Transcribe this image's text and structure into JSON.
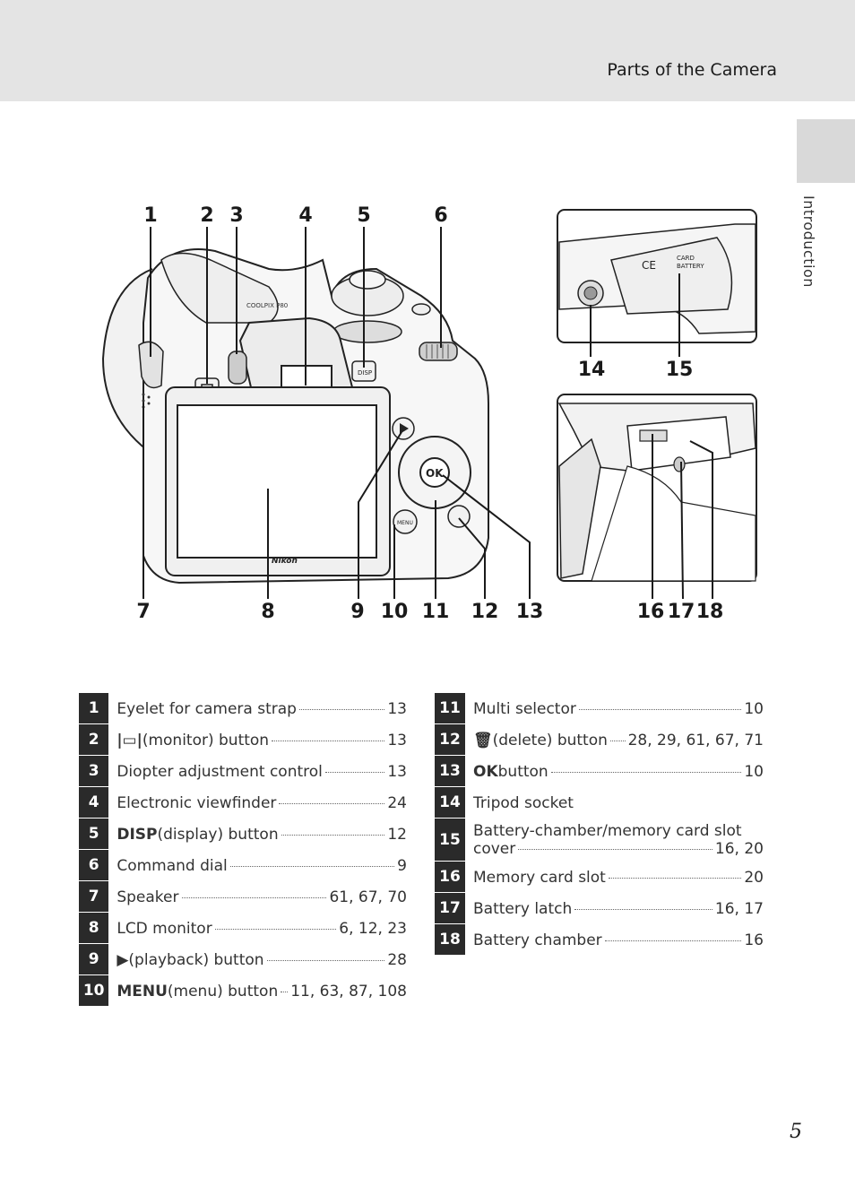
{
  "header": {
    "title": "Parts of the Camera"
  },
  "side_tab": {
    "label": "Introduction"
  },
  "page_number": "5",
  "callouts": {
    "main": [
      "1",
      "2",
      "3",
      "4",
      "5",
      "6",
      "7",
      "8",
      "9",
      "10",
      "11",
      "12",
      "13"
    ],
    "bottom_view": [
      "14",
      "15"
    ],
    "battery_view": [
      "16",
      "17",
      "18"
    ]
  },
  "camera_text": {
    "model": "COOLPIX P80",
    "brand": "Nikon",
    "disp": "DISP",
    "menu": "MENU",
    "ok": "OK",
    "card_battery_1": "CARD",
    "card_battery_2": "BATTERY",
    "ce": "CE"
  },
  "parts_left": [
    {
      "num": "1",
      "name": "Eyelet for camera strap",
      "pages": "13"
    },
    {
      "num": "2",
      "symbol": "|▭|",
      "name": " (monitor) button",
      "pages": "13"
    },
    {
      "num": "3",
      "name": "Diopter adjustment control",
      "pages": "13"
    },
    {
      "num": "4",
      "name": "Electronic viewfinder",
      "pages": "24"
    },
    {
      "num": "5",
      "symbol": "DISP",
      "name": " (display) button",
      "pages": "12"
    },
    {
      "num": "6",
      "name": "Command dial",
      "pages": "9"
    },
    {
      "num": "7",
      "name": "Speaker",
      "pages": "61, 67, 70"
    },
    {
      "num": "8",
      "name": "LCD monitor",
      "pages": "6, 12, 23"
    },
    {
      "num": "9",
      "symbol": "▶",
      "name": " (playback) button",
      "pages": "28"
    },
    {
      "num": "10",
      "symbol": "MENU",
      "name": " (menu) button",
      "pages": "11, 63, 87, 108"
    }
  ],
  "parts_right": [
    {
      "num": "11",
      "name": "Multi selector",
      "pages": "10"
    },
    {
      "num": "12",
      "symbol": "🗑",
      "name": " (delete) button",
      "pages": "28, 29, 61, 67, 71"
    },
    {
      "num": "13",
      "symbol": "OK",
      "name": " button",
      "pages": "10"
    },
    {
      "num": "14",
      "name": "Tripod socket",
      "pages": ""
    },
    {
      "num": "15",
      "name": "Battery-chamber/memory card slot",
      "name2": "cover",
      "pages": "16, 20"
    },
    {
      "num": "16",
      "name": "Memory card slot",
      "pages": "20"
    },
    {
      "num": "17",
      "name": "Battery latch",
      "pages": "16, 17"
    },
    {
      "num": "18",
      "name": "Battery chamber",
      "pages": "16"
    }
  ]
}
